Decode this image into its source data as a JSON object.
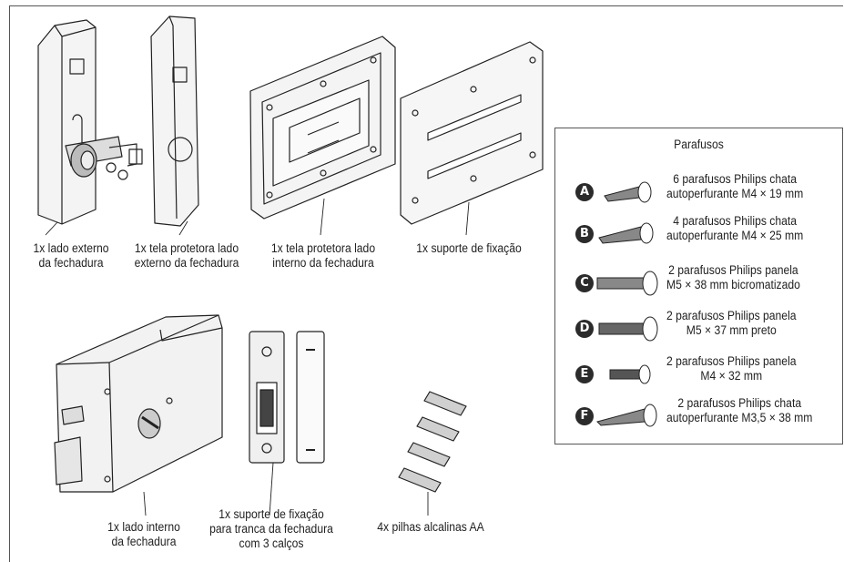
{
  "components": [
    {
      "id": "lado-externo",
      "lines": [
        "1x lado externo",
        "da fechadura"
      ]
    },
    {
      "id": "tela-externa",
      "lines": [
        "1x tela protetora lado",
        "externo da fechadura"
      ]
    },
    {
      "id": "tela-interna",
      "lines": [
        "1x tela protetora lado",
        "interno da fechadura"
      ]
    },
    {
      "id": "suporte",
      "lines": [
        "1x suporte de fixação"
      ]
    },
    {
      "id": "lado-interno",
      "lines": [
        "1x lado interno",
        "da fechadura"
      ]
    },
    {
      "id": "suporte-tranca",
      "lines": [
        "1x suporte de fixação",
        "para tranca da fechadura",
        "com 3 calços"
      ]
    },
    {
      "id": "pilhas",
      "lines": [
        "4x pilhas alcalinas AA"
      ]
    }
  ],
  "screws": {
    "title": "Parafusos",
    "items": [
      {
        "letter": "A",
        "lines": [
          "6 parafusos Philips chata",
          "autoperfurante M4 × 19 mm"
        ]
      },
      {
        "letter": "B",
        "lines": [
          "4 parafusos Philips chata",
          "autoperfurante M4 × 25 mm"
        ]
      },
      {
        "letter": "C",
        "lines": [
          "2 parafusos Philips panela",
          "M5 × 38 mm bicromatizado"
        ]
      },
      {
        "letter": "D",
        "lines": [
          "2 parafusos Philips panela",
          "M5 × 37 mm preto"
        ]
      },
      {
        "letter": "E",
        "lines": [
          "2 parafusos Philips panela",
          "M4 × 32 mm"
        ]
      },
      {
        "letter": "F",
        "lines": [
          "2 parafusos Philips chata",
          "autoperfurante M3,5 × 38 mm"
        ]
      }
    ]
  }
}
